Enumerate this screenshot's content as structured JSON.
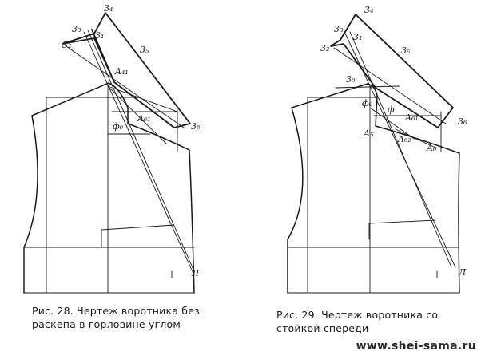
{
  "figures": [
    {
      "id": "fig28",
      "caption_line1": "Рис. 28. Чертеж воротника без",
      "caption_line2": "раскепа в горловине углом",
      "labels": {
        "p3": "3₃",
        "p1": "3₁",
        "p2": "3₂",
        "p4": "3₄",
        "p5": "3₅",
        "a41": "A₄₁",
        "a61": "A₆₁",
        "phi": "ф₀",
        "p6": "3₆",
        "l": "Л"
      }
    },
    {
      "id": "fig29",
      "caption_line1": "Рис. 29. Чертеж воротника со",
      "caption_line2": "стойкой спереди",
      "labels": {
        "p3": "3₃",
        "p1": "3₁",
        "p2": "3₂",
        "p4": "3₄",
        "p5": "3₅",
        "p0": "3₀",
        "phi0": "ф₀",
        "phi": "ф",
        "a61": "A₆₁",
        "p6": "3₆",
        "a5": "A₅",
        "a62": "A₆₂",
        "a6": "A₆",
        "l": "Л"
      }
    }
  ],
  "watermark": "www.shei-sama.ru"
}
